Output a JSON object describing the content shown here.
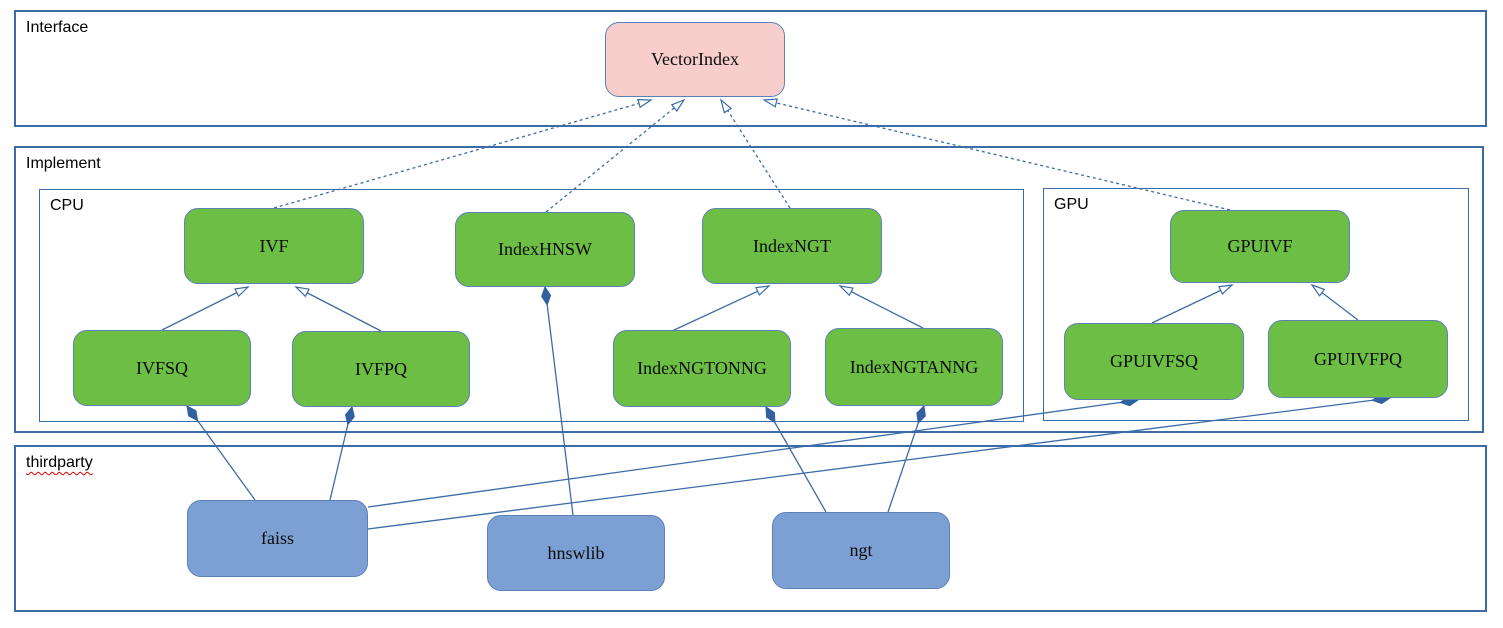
{
  "containers": {
    "interface": {
      "label": "Interface"
    },
    "implement": {
      "label": "Implement"
    },
    "cpu": {
      "label": "CPU"
    },
    "gpu": {
      "label": "GPU"
    },
    "thirdparty": {
      "label": "thirdparty",
      "spellcheck_squiggle": true
    }
  },
  "nodes": {
    "vectorindex": {
      "label": "VectorIndex",
      "kind": "interface",
      "fill": "pink"
    },
    "ivf": {
      "label": "IVF",
      "kind": "class",
      "fill": "green",
      "group": "CPU"
    },
    "indexhnsw": {
      "label": "IndexHNSW",
      "kind": "class",
      "fill": "green",
      "group": "CPU"
    },
    "indexngt": {
      "label": "IndexNGT",
      "kind": "class",
      "fill": "green",
      "group": "CPU"
    },
    "ivfsq": {
      "label": "IVFSQ",
      "kind": "class",
      "fill": "green",
      "group": "CPU"
    },
    "ivfpq": {
      "label": "IVFPQ",
      "kind": "class",
      "fill": "green",
      "group": "CPU"
    },
    "indexngtonng": {
      "label": "IndexNGTONNG",
      "kind": "class",
      "fill": "green",
      "group": "CPU"
    },
    "indexngtanng": {
      "label": "IndexNGTANNG",
      "kind": "class",
      "fill": "green",
      "group": "CPU"
    },
    "gpuivf": {
      "label": "GPUIVF",
      "kind": "class",
      "fill": "green",
      "group": "GPU"
    },
    "gpuivfsq": {
      "label": "GPUIVFSQ",
      "kind": "class",
      "fill": "green",
      "group": "GPU"
    },
    "gpuivfpq": {
      "label": "GPUIVFPQ",
      "kind": "class",
      "fill": "green",
      "group": "GPU"
    },
    "faiss": {
      "label": "faiss",
      "kind": "library",
      "fill": "blue",
      "group": "thirdparty"
    },
    "hnswlib": {
      "label": "hnswlib",
      "kind": "library",
      "fill": "blue",
      "group": "thirdparty"
    },
    "ngt": {
      "label": "ngt",
      "kind": "library",
      "fill": "blue",
      "group": "thirdparty"
    }
  },
  "edges": [
    {
      "from": "IVF",
      "to": "VectorIndex",
      "type": "implements",
      "style": "dashed-hollow-arrow"
    },
    {
      "from": "IndexHNSW",
      "to": "VectorIndex",
      "type": "implements",
      "style": "dashed-hollow-arrow"
    },
    {
      "from": "IndexNGT",
      "to": "VectorIndex",
      "type": "implements",
      "style": "dashed-hollow-arrow"
    },
    {
      "from": "GPUIVF",
      "to": "VectorIndex",
      "type": "implements",
      "style": "dashed-hollow-arrow"
    },
    {
      "from": "IVFSQ",
      "to": "IVF",
      "type": "inherits",
      "style": "solid-hollow-arrow"
    },
    {
      "from": "IVFPQ",
      "to": "IVF",
      "type": "inherits",
      "style": "solid-hollow-arrow"
    },
    {
      "from": "IndexNGTONNG",
      "to": "IndexNGT",
      "type": "inherits",
      "style": "solid-hollow-arrow"
    },
    {
      "from": "IndexNGTANNG",
      "to": "IndexNGT",
      "type": "inherits",
      "style": "solid-hollow-arrow"
    },
    {
      "from": "GPUIVFSQ",
      "to": "GPUIVF",
      "type": "inherits",
      "style": "solid-hollow-arrow"
    },
    {
      "from": "GPUIVFPQ",
      "to": "GPUIVF",
      "type": "inherits",
      "style": "solid-hollow-arrow"
    },
    {
      "from": "faiss",
      "to": "IVFSQ",
      "type": "composes",
      "style": "solid-filled-diamond"
    },
    {
      "from": "faiss",
      "to": "IVFPQ",
      "type": "composes",
      "style": "solid-filled-diamond"
    },
    {
      "from": "faiss",
      "to": "GPUIVFSQ",
      "type": "composes",
      "style": "solid-filled-diamond"
    },
    {
      "from": "faiss",
      "to": "GPUIVFPQ",
      "type": "composes",
      "style": "solid-filled-diamond"
    },
    {
      "from": "hnswlib",
      "to": "IndexHNSW",
      "type": "composes",
      "style": "solid-filled-diamond"
    },
    {
      "from": "ngt",
      "to": "IndexNGTONNG",
      "type": "composes",
      "style": "solid-filled-diamond"
    },
    {
      "from": "ngt",
      "to": "IndexNGTANNG",
      "type": "composes",
      "style": "solid-filled-diamond"
    }
  ],
  "colors": {
    "accent": "#3b6ca8",
    "node-border": "#5b82b4",
    "edge-dark": "#31619f",
    "green": "#6cbe45",
    "pink": "#f8cecc",
    "blue": "#7da0d4",
    "squiggle": "#e00000"
  }
}
